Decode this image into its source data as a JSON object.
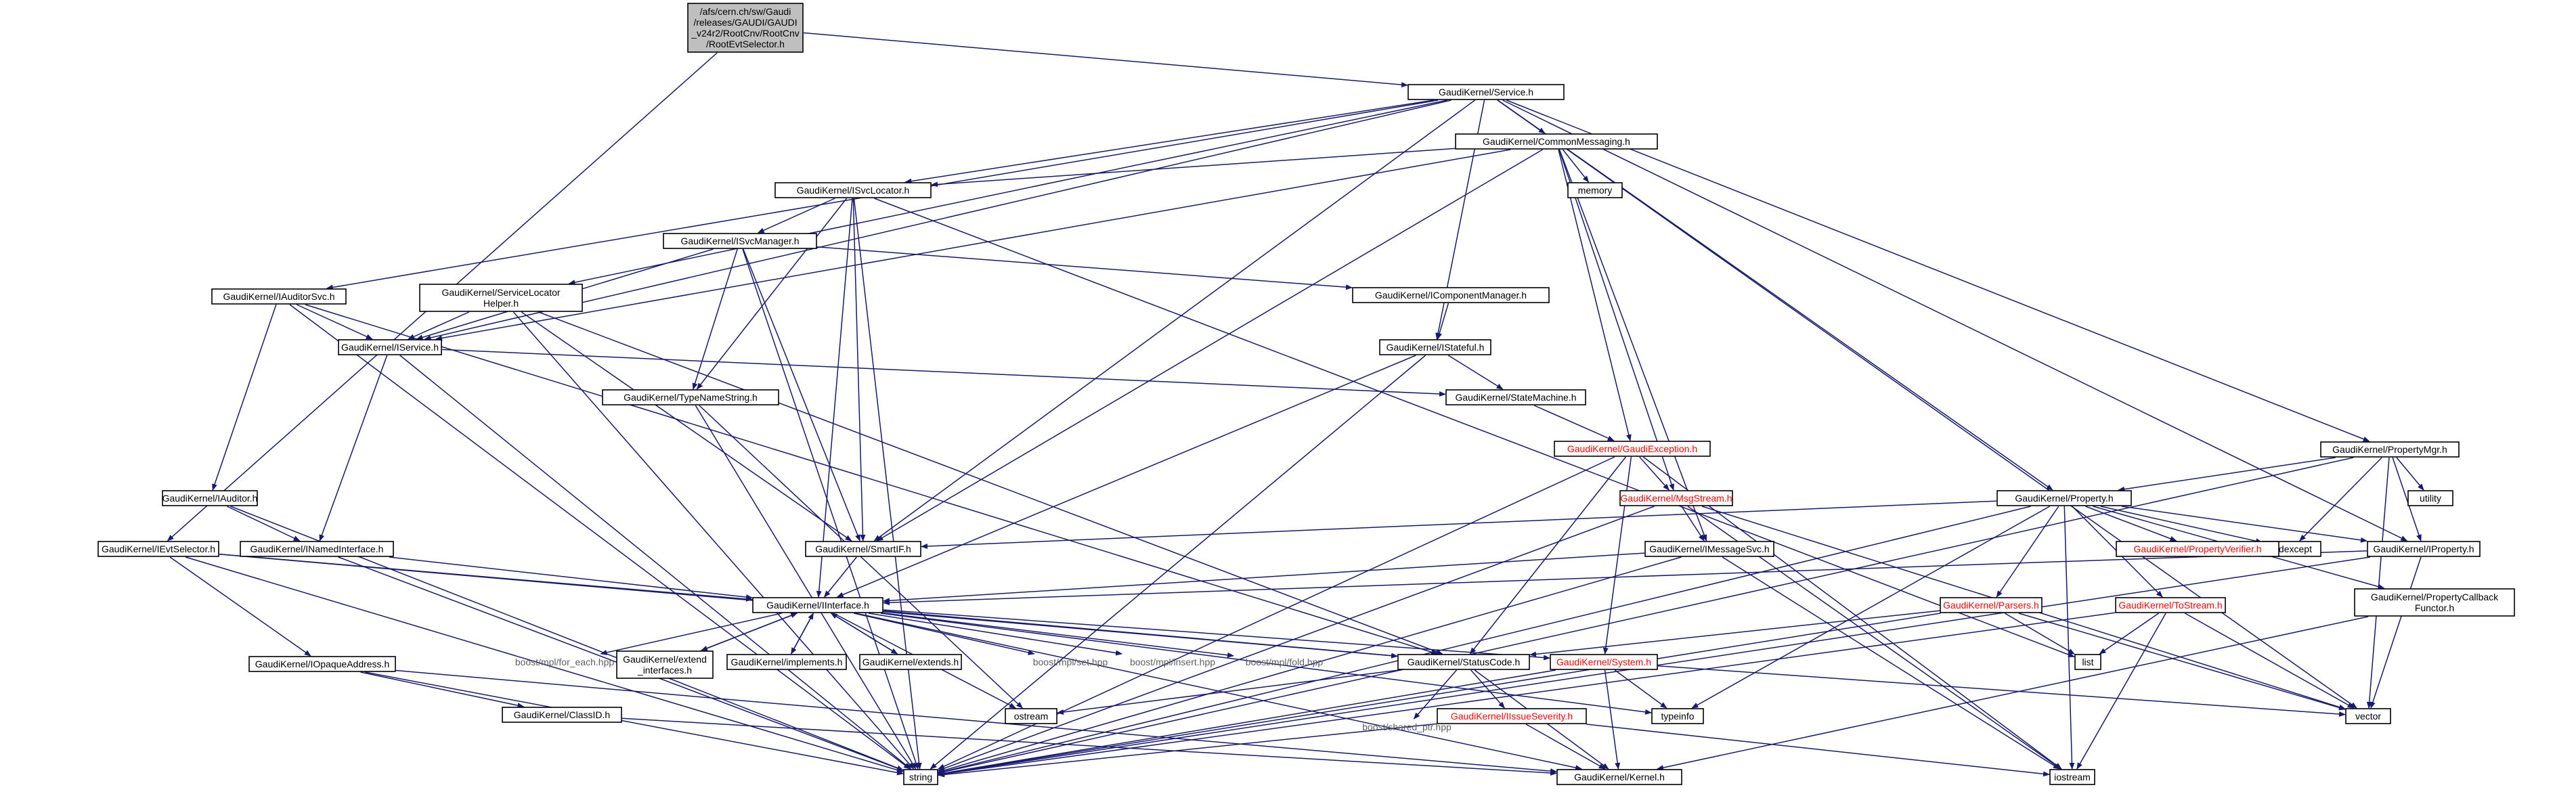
{
  "colors": {
    "edge": "#191970",
    "root_fill": "#bfbfbf",
    "node_fill": "#ffffff",
    "red_text": "#ff0000"
  },
  "nodes": [
    {
      "id": "root",
      "lines": [
        "/afs/cern.ch/sw/Gaudi",
        "/releases/GAUDI/GAUDI",
        "_v24r2/RootCnv/RootCnv",
        "/RootEvtSelector.h"
      ],
      "style": "root"
    },
    {
      "id": "service",
      "lines": [
        "GaudiKernel/Service.h"
      ],
      "style": "normal"
    },
    {
      "id": "commonmsg",
      "lines": [
        "GaudiKernel/CommonMessaging.h"
      ],
      "style": "normal"
    },
    {
      "id": "memory",
      "lines": [
        "memory"
      ],
      "style": "normal"
    },
    {
      "id": "isvclocator",
      "lines": [
        "GaudiKernel/ISvcLocator.h"
      ],
      "style": "normal"
    },
    {
      "id": "isvcmanager",
      "lines": [
        "GaudiKernel/ISvcManager.h"
      ],
      "style": "normal"
    },
    {
      "id": "icompmgr",
      "lines": [
        "GaudiKernel/IComponentManager.h"
      ],
      "style": "normal"
    },
    {
      "id": "iauditorsvc",
      "lines": [
        "GaudiKernel/IAuditorSvc.h"
      ],
      "style": "normal"
    },
    {
      "id": "svclochelper",
      "lines": [
        "GaudiKernel/ServiceLocator",
        "Helper.h"
      ],
      "style": "normal"
    },
    {
      "id": "iservice",
      "lines": [
        "GaudiKernel/IService.h"
      ],
      "style": "normal"
    },
    {
      "id": "istateful",
      "lines": [
        "GaudiKernel/IStateful.h"
      ],
      "style": "normal"
    },
    {
      "id": "typenamestring",
      "lines": [
        "GaudiKernel/TypeNameString.h"
      ],
      "style": "normal"
    },
    {
      "id": "statemachine",
      "lines": [
        "GaudiKernel/StateMachine.h"
      ],
      "style": "normal"
    },
    {
      "id": "gaudiexception",
      "lines": [
        "GaudiKernel/GaudiException.h"
      ],
      "style": "red"
    },
    {
      "id": "propertymgr",
      "lines": [
        "GaudiKernel/PropertyMgr.h"
      ],
      "style": "normal"
    },
    {
      "id": "utility",
      "lines": [
        "utility"
      ],
      "style": "normal"
    },
    {
      "id": "property",
      "lines": [
        "GaudiKernel/Property.h"
      ],
      "style": "normal"
    },
    {
      "id": "iauditor",
      "lines": [
        "GaudiKernel/IAuditor.h"
      ],
      "style": "normal"
    },
    {
      "id": "ievtselector",
      "lines": [
        "GaudiKernel/IEvtSelector.h"
      ],
      "style": "normal"
    },
    {
      "id": "inamedinterface",
      "lines": [
        "GaudiKernel/INamedInterface.h"
      ],
      "style": "normal"
    },
    {
      "id": "smartif",
      "lines": [
        "GaudiKernel/SmartIF.h"
      ],
      "style": "normal"
    },
    {
      "id": "msgstream",
      "lines": [
        "GaudiKernel/MsgStream.h"
      ],
      "style": "red"
    },
    {
      "id": "imessagesvc",
      "lines": [
        "GaudiKernel/IMessageSvc.h"
      ],
      "style": "normal"
    },
    {
      "id": "stdexcept",
      "lines": [
        "stdexcept"
      ],
      "style": "normal"
    },
    {
      "id": "propertyverifier",
      "lines": [
        "GaudiKernel/PropertyVerifier.h"
      ],
      "style": "red"
    },
    {
      "id": "iproperty",
      "lines": [
        "GaudiKernel/IProperty.h"
      ],
      "style": "normal"
    },
    {
      "id": "parsers",
      "lines": [
        "GaudiKernel/Parsers.h"
      ],
      "style": "red"
    },
    {
      "id": "tostream",
      "lines": [
        "GaudiKernel/ToStream.h"
      ],
      "style": "red"
    },
    {
      "id": "propcallback",
      "lines": [
        "GaudiKernel/PropertyCallback",
        "Functor.h"
      ],
      "style": "normal"
    },
    {
      "id": "iinterface",
      "lines": [
        "GaudiKernel/IInterface.h"
      ],
      "style": "normal"
    },
    {
      "id": "iopaqueaddress",
      "lines": [
        "GaudiKernel/IOpaqueAddress.h"
      ],
      "style": "normal"
    },
    {
      "id": "foreach",
      "lines": [
        "boost/mpl/for_each.hpp"
      ],
      "style": "gray"
    },
    {
      "id": "extendinterfaces",
      "lines": [
        "GaudiKernel/extend",
        "_interfaces.h"
      ],
      "style": "normal"
    },
    {
      "id": "implements",
      "lines": [
        "GaudiKernel/implements.h"
      ],
      "style": "normal"
    },
    {
      "id": "extends",
      "lines": [
        "GaudiKernel/extends.h"
      ],
      "style": "normal"
    },
    {
      "id": "mplset",
      "lines": [
        "boost/mpl/set.hpp"
      ],
      "style": "gray"
    },
    {
      "id": "mplinsert",
      "lines": [
        "boost/mpl/insert.hpp"
      ],
      "style": "gray"
    },
    {
      "id": "mplfold",
      "lines": [
        "boost/mpl/fold.hpp"
      ],
      "style": "gray"
    },
    {
      "id": "statuscode",
      "lines": [
        "GaudiKernel/StatusCode.h"
      ],
      "style": "normal"
    },
    {
      "id": "system",
      "lines": [
        "GaudiKernel/System.h"
      ],
      "style": "red"
    },
    {
      "id": "list",
      "lines": [
        "list"
      ],
      "style": "normal"
    },
    {
      "id": "vector",
      "lines": [
        "vector"
      ],
      "style": "normal"
    },
    {
      "id": "classid",
      "lines": [
        "GaudiKernel/ClassID.h"
      ],
      "style": "normal"
    },
    {
      "id": "ostream",
      "lines": [
        "ostream"
      ],
      "style": "normal"
    },
    {
      "id": "sharedptr",
      "lines": [
        "boost/shared_ptr.hpp"
      ],
      "style": "gray"
    },
    {
      "id": "iissueseverity",
      "lines": [
        "GaudiKernel/IIssueSeverity.h"
      ],
      "style": "red"
    },
    {
      "id": "typeinfo",
      "lines": [
        "typeinfo"
      ],
      "style": "normal"
    },
    {
      "id": "string",
      "lines": [
        "string"
      ],
      "style": "normal"
    },
    {
      "id": "kernel",
      "lines": [
        "GaudiKernel/Kernel.h"
      ],
      "style": "normal"
    },
    {
      "id": "iostream",
      "lines": [
        "iostream"
      ],
      "style": "normal"
    }
  ],
  "edges": [
    [
      "root",
      "service"
    ],
    [
      "root",
      "ievtselector"
    ],
    [
      "service",
      "commonmsg"
    ],
    [
      "service",
      "isvclocator"
    ],
    [
      "service",
      "iauditorsvc"
    ],
    [
      "service",
      "svclochelper"
    ],
    [
      "service",
      "iservice"
    ],
    [
      "service",
      "istateful"
    ],
    [
      "service",
      "smartif"
    ],
    [
      "service",
      "property"
    ],
    [
      "service",
      "propertymgr"
    ],
    [
      "service",
      "iproperty"
    ],
    [
      "service",
      "vector"
    ],
    [
      "commonmsg",
      "memory"
    ],
    [
      "commonmsg",
      "isvclocator"
    ],
    [
      "commonmsg",
      "iservice"
    ],
    [
      "commonmsg",
      "smartif"
    ],
    [
      "commonmsg",
      "gaudiexception"
    ],
    [
      "commonmsg",
      "msgstream"
    ],
    [
      "commonmsg",
      "imessagesvc"
    ],
    [
      "isvclocator",
      "isvcmanager"
    ],
    [
      "isvclocator",
      "typenamestring"
    ],
    [
      "isvclocator",
      "smartif"
    ],
    [
      "isvclocator",
      "iinterface"
    ],
    [
      "isvclocator",
      "string"
    ],
    [
      "isvclocator",
      "list"
    ],
    [
      "isvcmanager",
      "icompmgr"
    ],
    [
      "isvcmanager",
      "iservice"
    ],
    [
      "isvcmanager",
      "typenamestring"
    ],
    [
      "isvcmanager",
      "smartif"
    ],
    [
      "isvcmanager",
      "string"
    ],
    [
      "icompmgr",
      "istateful"
    ],
    [
      "iauditorsvc",
      "iservice"
    ],
    [
      "iauditorsvc",
      "iauditor"
    ],
    [
      "iauditorsvc",
      "statuscode"
    ],
    [
      "iauditorsvc",
      "string"
    ],
    [
      "svclochelper",
      "iservice"
    ],
    [
      "svclochelper",
      "smartif"
    ],
    [
      "svclochelper",
      "statuscode"
    ],
    [
      "svclochelper",
      "string"
    ],
    [
      "iservice",
      "inamedinterface"
    ],
    [
      "iservice",
      "statemachine"
    ],
    [
      "iservice",
      "string"
    ],
    [
      "istateful",
      "statemachine"
    ],
    [
      "istateful",
      "iinterface"
    ],
    [
      "istateful",
      "string"
    ],
    [
      "typenamestring",
      "string"
    ],
    [
      "typenamestring",
      "ostream"
    ],
    [
      "statemachine",
      "gaudiexception"
    ],
    [
      "gaudiexception",
      "msgstream"
    ],
    [
      "gaudiexception",
      "statuscode"
    ],
    [
      "gaudiexception",
      "system"
    ],
    [
      "gaudiexception",
      "string"
    ],
    [
      "gaudiexception",
      "iostream"
    ],
    [
      "propertymgr",
      "utility"
    ],
    [
      "propertymgr",
      "property"
    ],
    [
      "propertymgr",
      "iproperty"
    ],
    [
      "propertymgr",
      "vector"
    ],
    [
      "propertymgr",
      "stdexcept"
    ],
    [
      "propertymgr",
      "string"
    ],
    [
      "property",
      "smartif"
    ],
    [
      "property",
      "stdexcept"
    ],
    [
      "property",
      "propertyverifier"
    ],
    [
      "property",
      "iproperty"
    ],
    [
      "property",
      "parsers"
    ],
    [
      "property",
      "tostream"
    ],
    [
      "property",
      "propcallback"
    ],
    [
      "property",
      "typeinfo"
    ],
    [
      "property",
      "string"
    ],
    [
      "property",
      "iostream"
    ],
    [
      "iauditor",
      "inamedinterface"
    ],
    [
      "iauditor",
      "string"
    ],
    [
      "ievtselector",
      "iinterface"
    ],
    [
      "ievtselector",
      "iopaqueaddress"
    ],
    [
      "ievtselector",
      "statuscode"
    ],
    [
      "ievtselector",
      "string"
    ],
    [
      "inamedinterface",
      "iinterface"
    ],
    [
      "inamedinterface",
      "string"
    ],
    [
      "smartif",
      "iinterface"
    ],
    [
      "msgstream",
      "imessagesvc"
    ],
    [
      "msgstream",
      "string"
    ],
    [
      "msgstream",
      "vector"
    ],
    [
      "msgstream",
      "iostream"
    ],
    [
      "imessagesvc",
      "iinterface"
    ],
    [
      "imessagesvc",
      "string"
    ],
    [
      "imessagesvc",
      "iostream"
    ],
    [
      "iproperty",
      "iinterface"
    ],
    [
      "iproperty",
      "vector"
    ],
    [
      "iproperty",
      "string"
    ],
    [
      "parsers",
      "statuscode"
    ],
    [
      "parsers",
      "list"
    ],
    [
      "parsers",
      "vector"
    ],
    [
      "parsers",
      "string"
    ],
    [
      "tostream",
      "list"
    ],
    [
      "tostream",
      "vector"
    ],
    [
      "tostream",
      "string"
    ],
    [
      "tostream",
      "iostream"
    ],
    [
      "propcallback",
      "kernel"
    ],
    [
      "iinterface",
      "kernel"
    ],
    [
      "iinterface",
      "foreach"
    ],
    [
      "iinterface",
      "extendinterfaces"
    ],
    [
      "iinterface",
      "implements"
    ],
    [
      "iinterface",
      "extends"
    ],
    [
      "iinterface",
      "mplset"
    ],
    [
      "iinterface",
      "mplinsert"
    ],
    [
      "iinterface",
      "mplfold"
    ],
    [
      "iinterface",
      "statuscode"
    ],
    [
      "iinterface",
      "system"
    ],
    [
      "iinterface",
      "ostream"
    ],
    [
      "iinterface",
      "typeinfo"
    ],
    [
      "extendinterfaces",
      "iinterface"
    ],
    [
      "implements",
      "iinterface"
    ],
    [
      "extends",
      "iinterface"
    ],
    [
      "iopaqueaddress",
      "classid"
    ],
    [
      "iopaqueaddress",
      "kernel"
    ],
    [
      "iopaqueaddress",
      "string"
    ],
    [
      "classid",
      "kernel"
    ],
    [
      "statuscode",
      "iissueseverity"
    ],
    [
      "statuscode",
      "kernel"
    ],
    [
      "statuscode",
      "ostream"
    ],
    [
      "statuscode",
      "sharedptr"
    ],
    [
      "system",
      "typeinfo"
    ],
    [
      "system",
      "kernel"
    ],
    [
      "system",
      "string"
    ],
    [
      "system",
      "vector"
    ],
    [
      "iissueseverity",
      "kernel"
    ],
    [
      "iissueseverity",
      "string"
    ],
    [
      "iissueseverity",
      "iostream"
    ]
  ]
}
